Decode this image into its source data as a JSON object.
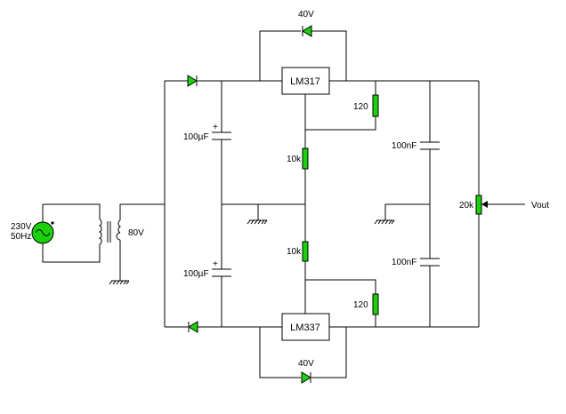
{
  "source": {
    "voltage": "230V",
    "frequency": "50Hz"
  },
  "transformer": {
    "secondary": "80V"
  },
  "regulators": {
    "top": "LM317",
    "bottom": "LM337"
  },
  "capacitors": {
    "bulk_top": "100µF",
    "bulk_bottom": "100µF",
    "filter_top": "100nF",
    "filter_bottom": "100nF",
    "polarity": "+"
  },
  "resistors": {
    "r_top_adj": "120",
    "r_bottom_adj": "120",
    "r_top_pot": "10k",
    "r_bottom_pot": "10k",
    "output_pot": "20k"
  },
  "diodes": {
    "top_protect": "40V",
    "bottom_protect": "40V"
  },
  "output": {
    "label": "Vout"
  },
  "colors": {
    "component_fill": "#1bd10e",
    "wire": "#000000"
  }
}
